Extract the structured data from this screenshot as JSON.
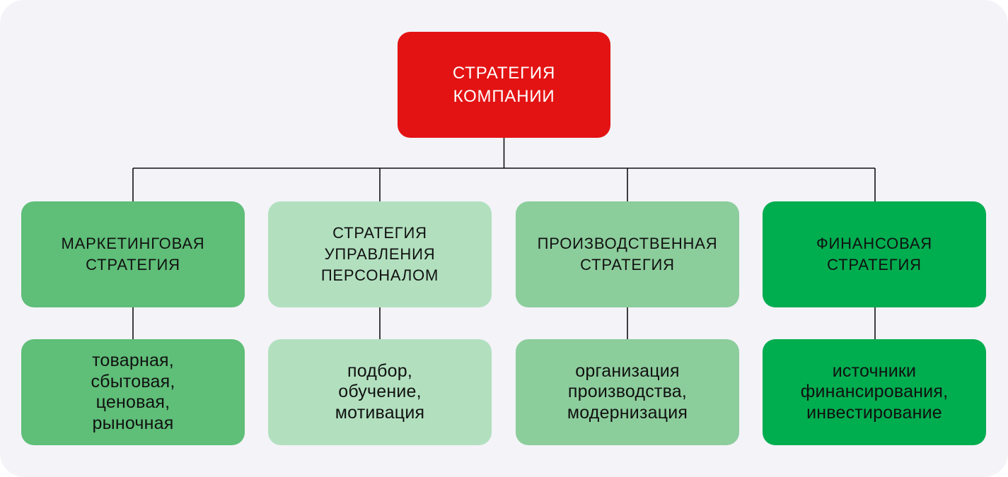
{
  "root": {
    "title": "СТРАТЕГИЯ\nКОМПАНИИ"
  },
  "colors": {
    "root": "#e31313",
    "marketing": "#5fbe78",
    "personnel": "#b2e0bf",
    "production": "#8ccd9c",
    "finance": "#00ad4f",
    "lines": "#111111"
  },
  "branches": [
    {
      "title": "МАРКЕТИНГОВАЯ\nСТРАТЕГИЯ",
      "details": "товарная,\nсбытовая,\nценовая,\nрыночная"
    },
    {
      "title": "СТРАТЕГИЯ\nУПРАВЛЕНИЯ\nПЕРСОНАЛОМ",
      "details": "подбор,\nобучение,\nмотивация"
    },
    {
      "title": "ПРОИЗВОДСТВЕННАЯ\nСТРАТЕГИЯ",
      "details": "организация\nпроизводства,\nмодернизация"
    },
    {
      "title": "ФИНАНСОВАЯ\nСТРАТЕГИЯ",
      "details": "источники\nфинансирования,\nинвестирование"
    }
  ]
}
